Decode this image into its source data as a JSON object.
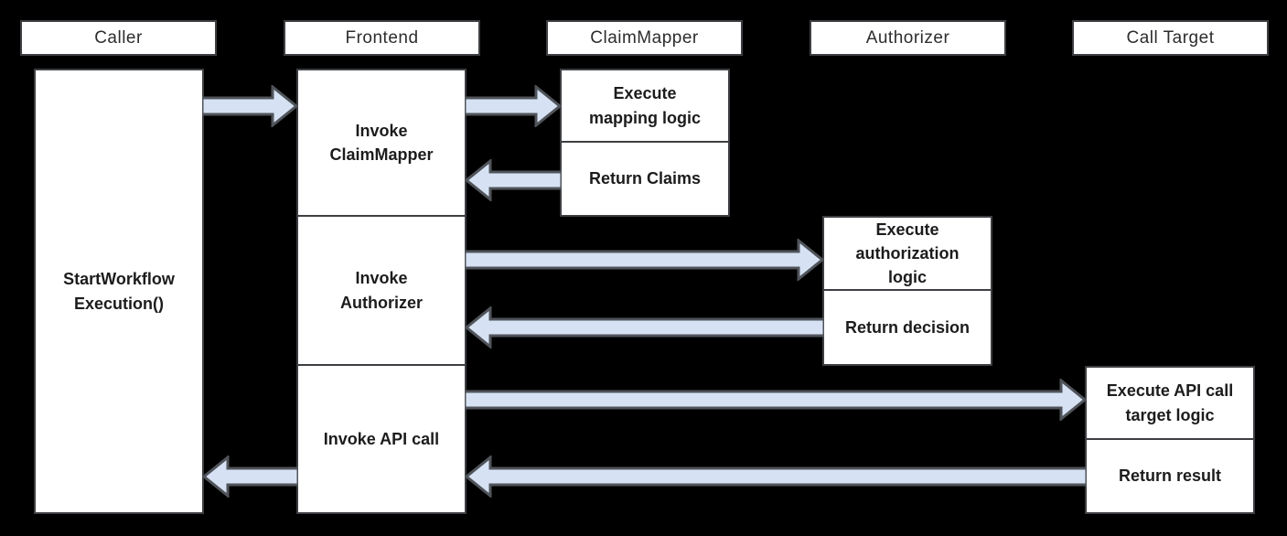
{
  "actors": [
    {
      "name": "Caller"
    },
    {
      "name": "Frontend"
    },
    {
      "name": "ClaimMapper"
    },
    {
      "name": "Authorizer"
    },
    {
      "name": "Call Target"
    }
  ],
  "activations": {
    "caller": {
      "label": "StartWorkflow\nExecution()"
    },
    "frontend": {
      "steps": [
        {
          "label": "Invoke\nClaimMapper"
        },
        {
          "label": "Invoke\nAuthorizer"
        },
        {
          "label": "Invoke API call"
        }
      ]
    },
    "claimmapper": {
      "steps": [
        {
          "label": "Execute\nmapping logic"
        },
        {
          "label": "Return Claims"
        }
      ]
    },
    "authorizer": {
      "steps": [
        {
          "label": "Execute\nauthorization\nlogic"
        },
        {
          "label": "Return decision"
        }
      ]
    },
    "calltarget": {
      "steps": [
        {
          "label": "Execute API call\ntarget logic"
        },
        {
          "label": "Return result"
        }
      ]
    }
  },
  "arrows": [
    {
      "from": "Caller",
      "to": "Frontend",
      "direction": "right"
    },
    {
      "from": "Frontend",
      "to": "ClaimMapper",
      "direction": "right"
    },
    {
      "from": "ClaimMapper",
      "to": "Frontend",
      "direction": "left"
    },
    {
      "from": "Frontend",
      "to": "Authorizer",
      "direction": "right"
    },
    {
      "from": "Authorizer",
      "to": "Frontend",
      "direction": "left"
    },
    {
      "from": "Frontend",
      "to": "Call Target",
      "direction": "right"
    },
    {
      "from": "Call Target",
      "to": "Frontend",
      "direction": "left"
    },
    {
      "from": "Frontend",
      "to": "Caller",
      "direction": "left"
    }
  ],
  "theme": {
    "background": "#000000",
    "box_fill": "#ffffff",
    "box_border": "#3d3f42",
    "header_text": "#2d2d2d",
    "label_text": "#1c1c1c",
    "arrow_fill": "#d6e2f4",
    "arrow_stroke": "#50545a"
  }
}
